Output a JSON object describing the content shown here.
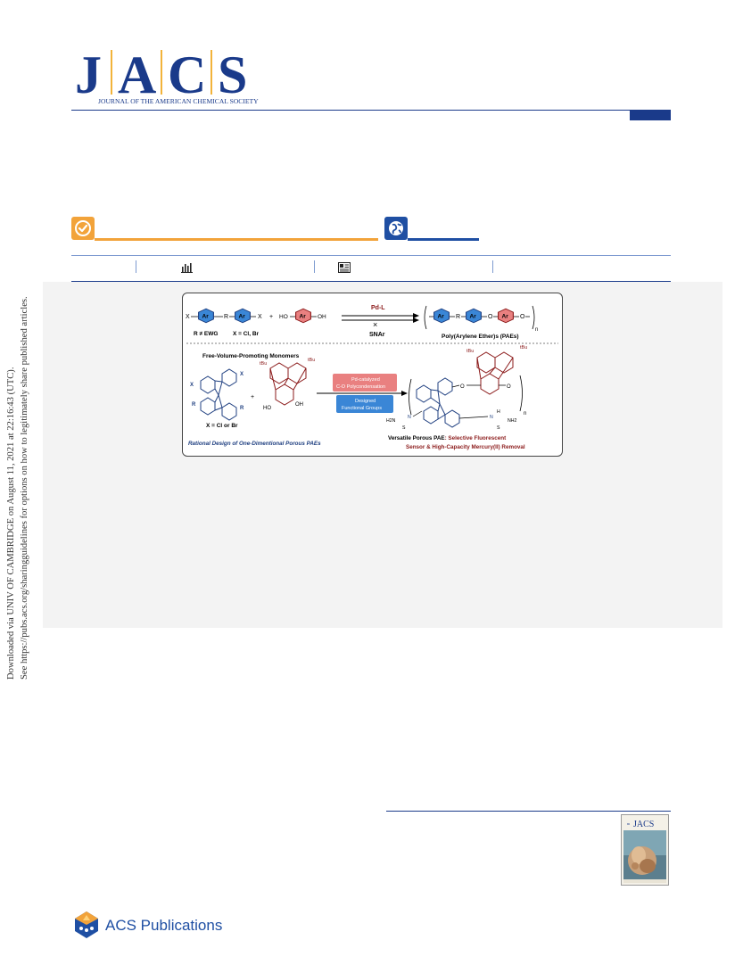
{
  "journal": {
    "logo_letters": [
      "J",
      "A",
      "C",
      "S"
    ],
    "name": "JOURNAL OF THE AMERICAN CHEMICAL SOCIETY"
  },
  "download_notice": {
    "line1": "Downloaded via UNIV OF CAMBRIDGE on August 11, 2021 at 22:16:43 (UTC).",
    "line2": "See https://pubs.acs.org/sharingguidelines for options on how to legitimately share published articles."
  },
  "access_icons": [
    "check-circle-icon",
    "globe-icon"
  ],
  "metrics_icons": [
    "bar-chart-icon",
    "article-icon"
  ],
  "toc_graphic": {
    "top_scheme": {
      "monomer_left": "X—Ar—R—Ar—X",
      "plus": "+",
      "monomer_right": "HO—Ar—OH",
      "reagent_top": "Pd-L",
      "reagent_bottom": "SNAr",
      "ar_label": "Ar",
      "left_conditions_1": "R ≠ EWG",
      "left_conditions_2": "X = Cl, Br",
      "product_caption": "Poly(Arylene Ether)s (PAEs)",
      "repeat_n": "n"
    },
    "bottom_scheme": {
      "heading": "Free-Volume-Promoting Monomers",
      "x_label": "X",
      "r_label": "R",
      "plus": "+",
      "tbu_label": "tBu",
      "ho_label": "HO",
      "oh_label": "OH",
      "x_caption": "X = Cl or Br",
      "box_pink_line1": "Pd-catalyzed",
      "box_pink_line2": "C-O Polycondensation",
      "box_blue_line1": "Designed",
      "box_blue_line2": "Functional Groups",
      "o_label": "O",
      "h2n_label": "H2N",
      "nh2_label": "NH2",
      "s_label": "S",
      "n_label": "N",
      "h_label": "H",
      "repeat_n": "n",
      "design_caption": "Rational Design of One-Dimentional Porous PAEs",
      "product_caption_bold": "Versatile Porous PAE",
      "product_caption_red1": ": Selective Fluorescent",
      "product_caption_red2": "Sensor & High-Capacity Mercury(II) Removal"
    }
  },
  "cover_thumbnail": {
    "title": "JACS",
    "prefix": "m"
  },
  "publisher": {
    "name": "ACS Publications"
  },
  "colors": {
    "navy": "#1a3a8a",
    "orange": "#f2a33a",
    "blue": "#1f4fa3",
    "scheme_blue": "#3a86d6",
    "scheme_red": "#e98080",
    "dark_red": "#8b1a1a"
  }
}
